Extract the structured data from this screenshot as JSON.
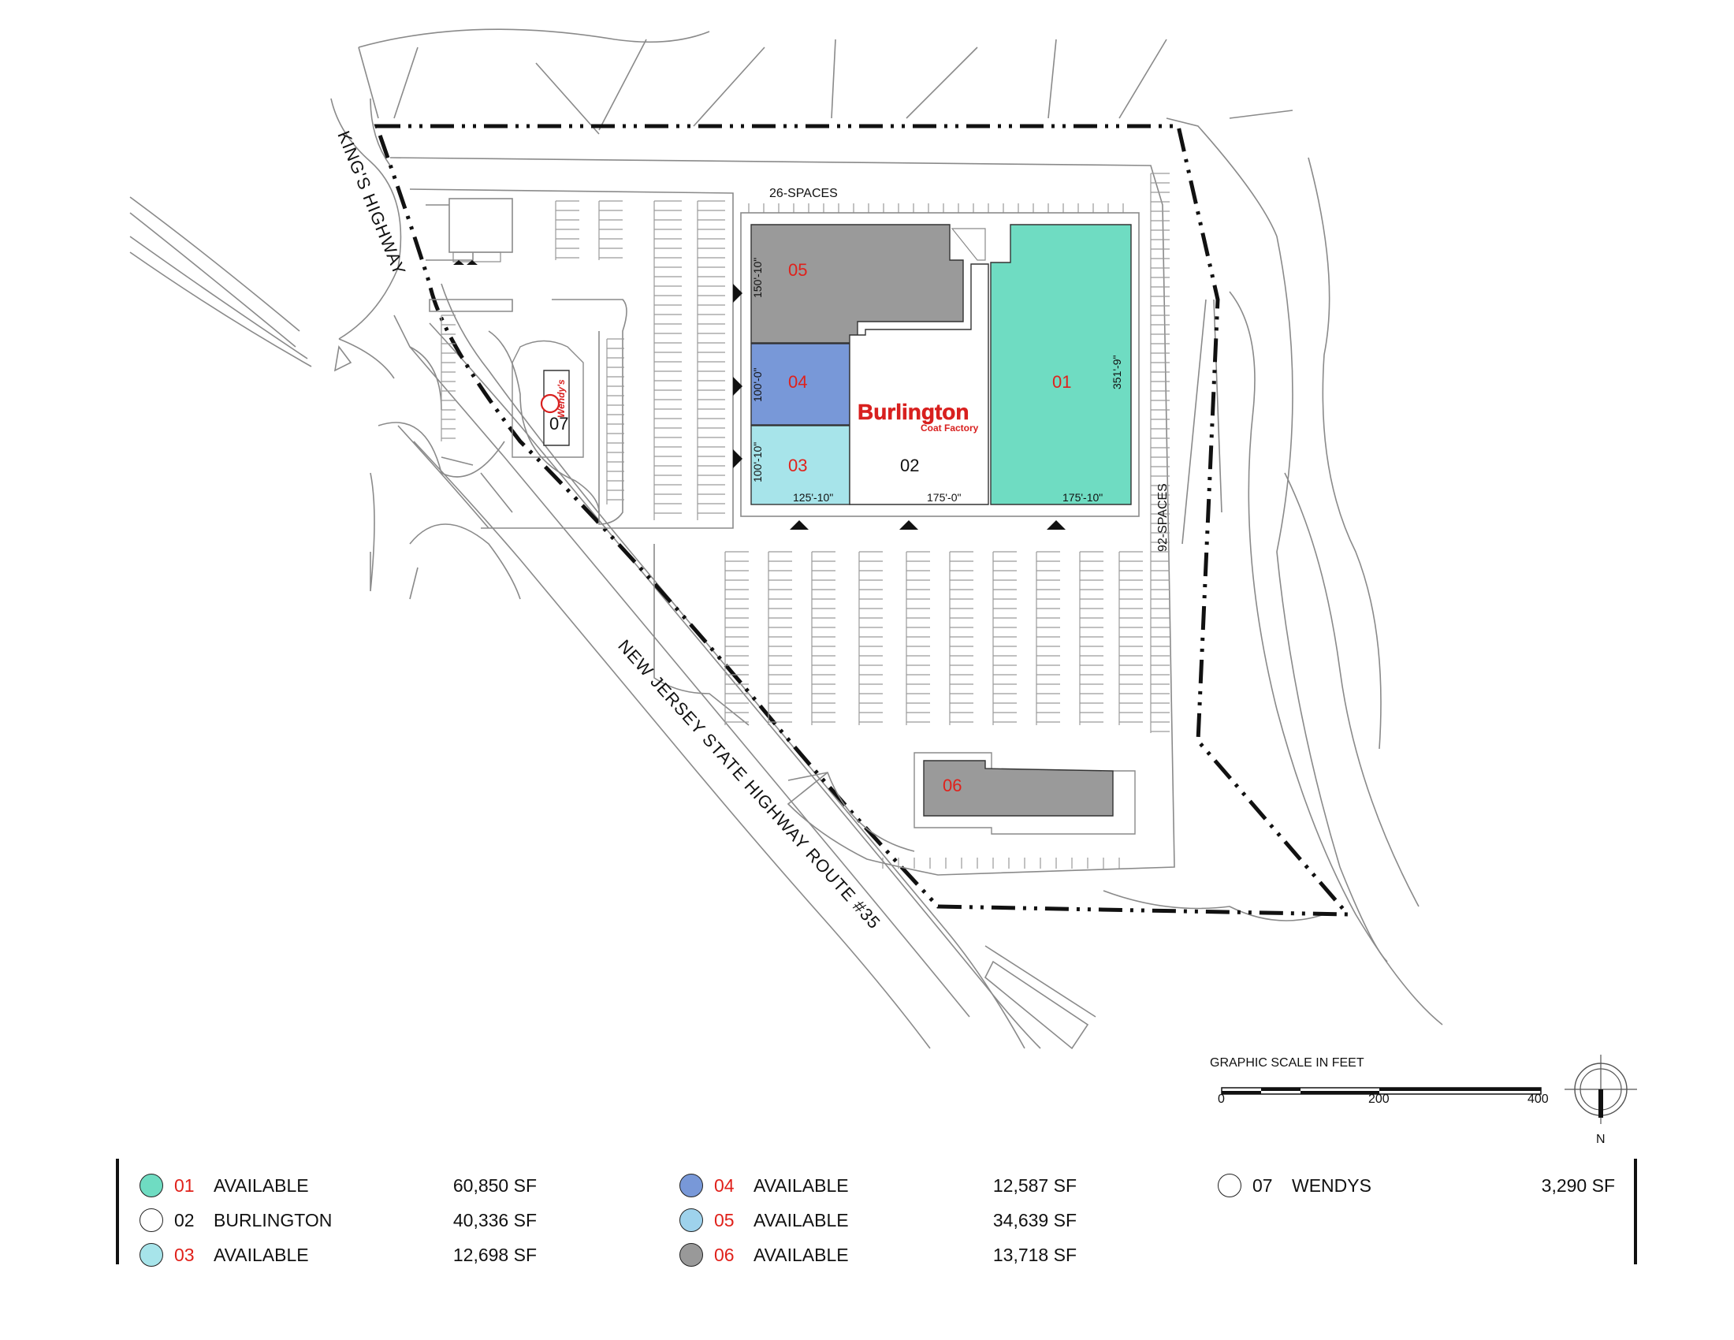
{
  "units": [
    {
      "id": "01",
      "status": "AVAILABLE",
      "size": "60,850 SF",
      "color": "#6fdcc2",
      "num_color": "#e0211b"
    },
    {
      "id": "02",
      "status": "BURLINGTON",
      "size": "40,336 SF",
      "color": "#ffffff",
      "num_color": "#111111"
    },
    {
      "id": "03",
      "status": "AVAILABLE",
      "size": "12,698 SF",
      "color": "#a7e4ea",
      "num_color": "#e0211b"
    },
    {
      "id": "04",
      "status": "AVAILABLE",
      "size": "12,587 SF",
      "color": "#7898d8",
      "num_color": "#e0211b"
    },
    {
      "id": "05",
      "status": "AVAILABLE",
      "size": "34,639 SF",
      "color": "#9ed2ec",
      "num_color": "#e0211b"
    },
    {
      "id": "06",
      "status": "AVAILABLE",
      "size": "13,718 SF",
      "color": "#999999",
      "num_color": "#e0211b"
    },
    {
      "id": "07",
      "status": "WENDYS",
      "size": "3,290 SF",
      "color": "#ffffff",
      "num_color": "#111111"
    }
  ],
  "map": {
    "unit_fill": {
      "01": "#6fdcc2",
      "03": "#a7e4ea",
      "04": "#7898d8",
      "05": "#9a9a9a",
      "06": "#9a9a9a"
    },
    "labels": {
      "u01": "01",
      "u02": "02",
      "u03": "03",
      "u04": "04",
      "u05": "05",
      "u06": "06",
      "u07": "07"
    },
    "dimensions": {
      "d05_depth": "150'-10\"",
      "d04_depth": "100'-0\"",
      "d03_depth": "100'-10\"",
      "d01_depth": "351'-9\"",
      "d_width_left": "125'-10\"",
      "d_width_mid": "175'-0\"",
      "d_width_right": "175'-10\""
    },
    "spaces_top": "26-SPACES",
    "spaces_right": "92-SPACES",
    "road_kings": "KING'S HIGHWAY",
    "road_route35": "NEW JERSEY STATE HIGHWAY ROUTE #35",
    "anchor_logo": {
      "name": "Burlington",
      "tag": "Coat Factory",
      "color": "#d8201f"
    },
    "outparcel_logo": {
      "name": "Wendy's",
      "color": "#d8201f"
    }
  },
  "scale": {
    "title": "GRAPHIC SCALE IN FEET",
    "ticks": [
      "0",
      "200",
      "400"
    ]
  },
  "north_arrow": {
    "label": "N"
  }
}
